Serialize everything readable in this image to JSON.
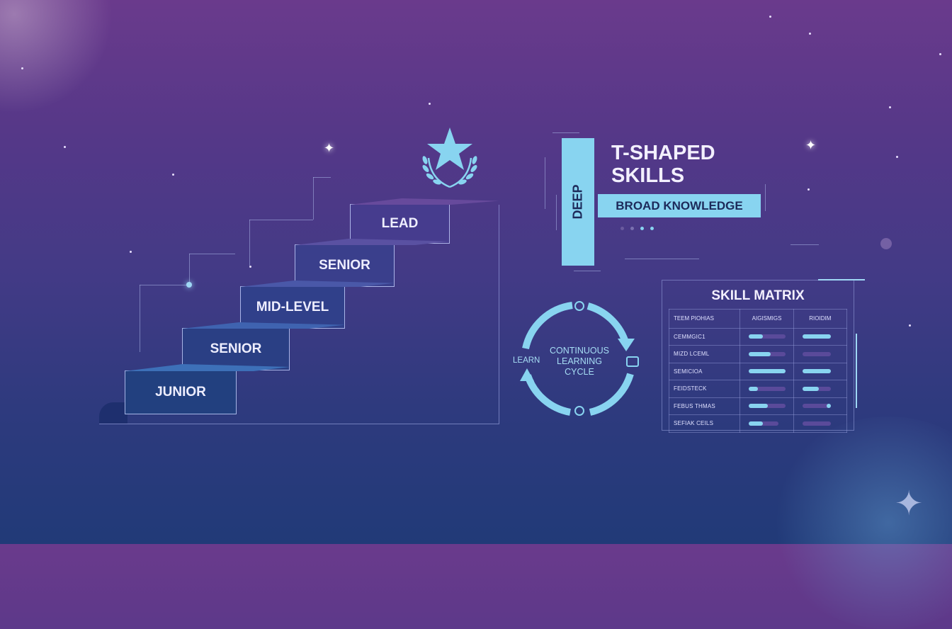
{
  "staircase": {
    "steps": [
      {
        "label": "JUNIOR"
      },
      {
        "label": "SENIOR"
      },
      {
        "label": "MID-LEVEL"
      },
      {
        "label": "SENIOR"
      },
      {
        "label": "LEAD"
      }
    ],
    "top_icon": "star-laurel-icon"
  },
  "t_shaped": {
    "title_line1": "T-SHAPED",
    "title_line2": "SKILLS",
    "vertical_label": "DEEP",
    "horizontal_label": "BROAD KNOWLEDGE",
    "color": "#88d4f0"
  },
  "cycle": {
    "center_text": [
      "CONTINUOUS",
      "LEARNING",
      "CYCLE"
    ],
    "side_label": "LEARN",
    "icons": [
      "rocket-icon",
      "board-icon",
      "magnifier-icon"
    ]
  },
  "skill_matrix": {
    "title": "SKILL MATRIX",
    "headers": [
      "TEEM PIOHIAS",
      "AIGISMIGS",
      "RIOIDIM"
    ],
    "rows": [
      {
        "label": "CEMMGIC1",
        "a": 38,
        "b": 100
      },
      {
        "label": "MIZD LCEML",
        "a": 58,
        "b": 0
      },
      {
        "label": "SEMICIOA",
        "a": 100,
        "b": 100
      },
      {
        "label": "FEIDSTECK",
        "a": 24,
        "b": 58
      },
      {
        "label": "FEBUS THMAS",
        "a": 52,
        "b": 92
      },
      {
        "label": "SEFIAK CEILS",
        "a": 38,
        "b": 0
      }
    ]
  },
  "colors": {
    "accent": "#88d4f0",
    "bg_top": "#6a3a8c",
    "bg_bottom": "#213a78"
  }
}
